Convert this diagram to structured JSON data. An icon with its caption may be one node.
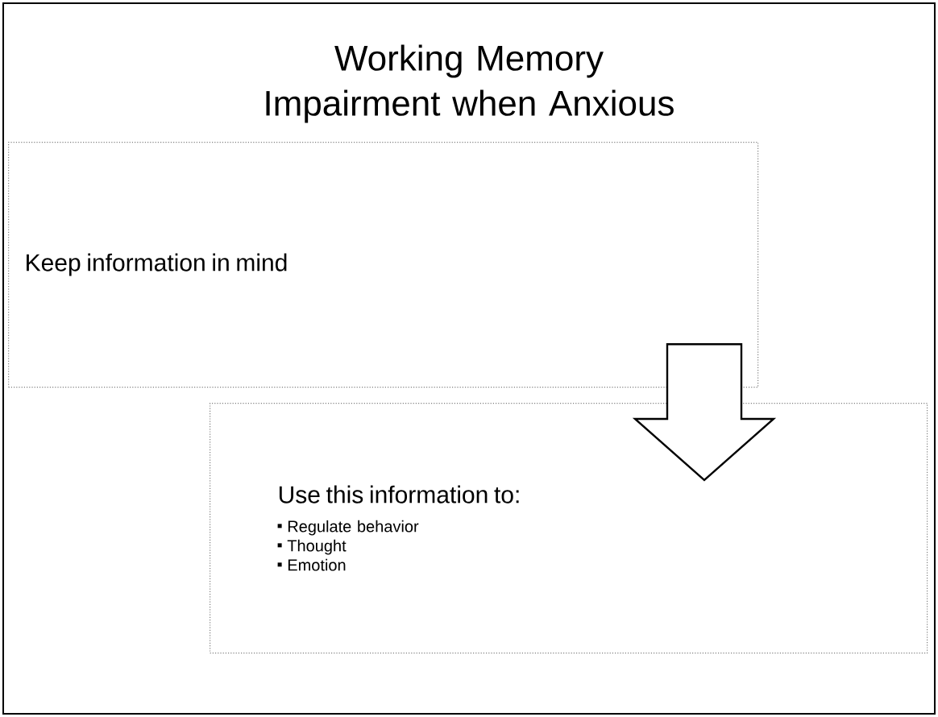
{
  "diagram": {
    "title": "Working Memory Impairment when Anxious",
    "nodes": [
      {
        "text": [
          "Keep information in mind"
        ]
      },
      {
        "text": [
          "Use this information to:",
          "Regulate behavior",
          "Thought",
          "Emotion"
        ]
      }
    ],
    "edges": [
      {
        "from": 0,
        "to": 1,
        "arrow": "to"
      }
    ]
  }
}
